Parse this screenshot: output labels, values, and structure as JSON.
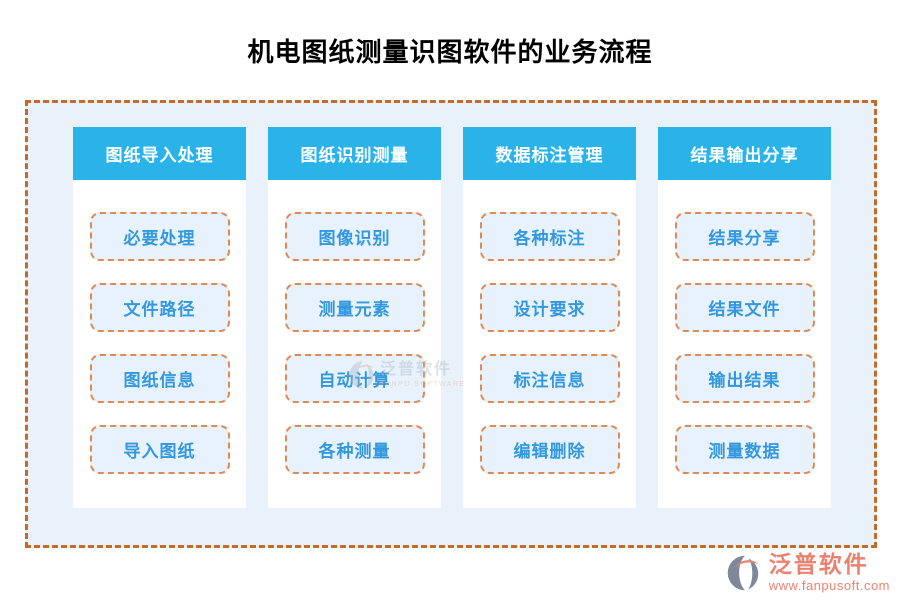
{
  "title": "机电图纸测量识图软件的业务流程",
  "flow": {
    "columns": [
      {
        "header": "图纸导入处理",
        "items": [
          "必要处理",
          "文件路径",
          "图纸信息",
          "导入图纸"
        ]
      },
      {
        "header": "图纸识别测量",
        "items": [
          "图像识别",
          "测量元素",
          "自动计算",
          "各种测量"
        ]
      },
      {
        "header": "数据标注管理",
        "items": [
          "各种标注",
          "设计要求",
          "标注信息",
          "编辑删除"
        ]
      },
      {
        "header": "结果输出分享",
        "items": [
          "结果分享",
          "结果文件",
          "输出结果",
          "测量数据"
        ]
      }
    ]
  },
  "watermark": {
    "brand": "泛普软件",
    "subtext": "FANPU SOFTWARE"
  },
  "footer": {
    "brand": "泛普软件",
    "url": "www.fanpusoft.com"
  },
  "icons": {
    "footer_logo": "fanpu-logo-icon",
    "watermark_logo": "fanpu-logo-icon"
  },
  "colors": {
    "header_bg": "#29b3e8",
    "header_text": "#ffffff",
    "node_bg": "#e7f2fd",
    "node_border": "#e08a52",
    "node_text": "#3398dd",
    "container_bg": "#e9f1fb",
    "container_border": "#c56a28",
    "title_text": "#000000",
    "brand_accent": "#ea8270",
    "logo_gray": "#7e8899"
  }
}
